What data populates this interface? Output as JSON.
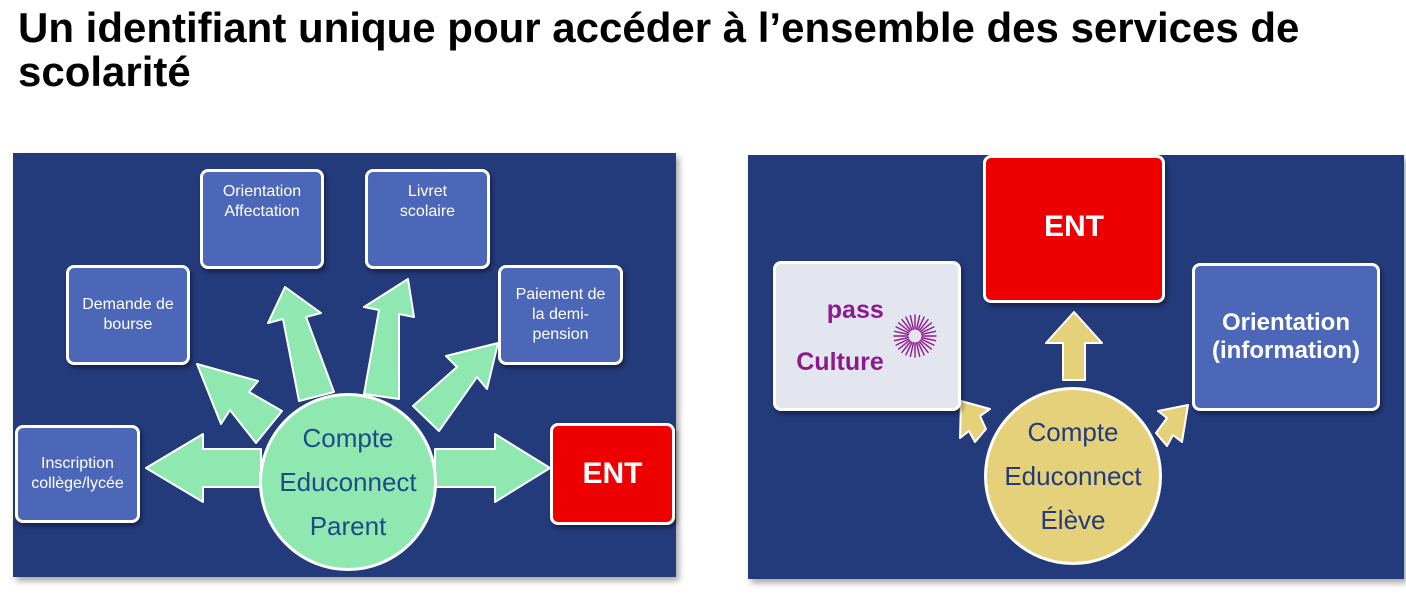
{
  "title": "Un identifiant unique pour accéder à l’ensemble des services de scolarité",
  "colors": {
    "panel_bg": "#233a7b",
    "box_blue": "#4d67b8",
    "ent_red": "#ee0000",
    "arrow_green": "#8fe8b0",
    "arrow_yellow": "#e4d17a",
    "pass_purple": "#8c1a8e"
  },
  "parent_diagram": {
    "center": {
      "line1": "Compte",
      "line2": "Educonnect",
      "line3": "Parent"
    },
    "services": {
      "inscription": "Inscription\ncollège/lycée",
      "bourse": "Demande de\nbourse",
      "orientation": "Orientation\nAffectation",
      "livret": "Livret\nscolaire",
      "paiement": "Paiement de\nla demi-\npension",
      "ent": "ENT"
    }
  },
  "eleve_diagram": {
    "center": {
      "line1": "Compte",
      "line2": "Educonnect",
      "line3": "Élève"
    },
    "services": {
      "ent": "ENT",
      "orientation": "Orientation\n(information)",
      "pass_line1": "pass",
      "pass_line2": "Culture"
    },
    "pass_logo_icon": "sunburst-icon"
  }
}
